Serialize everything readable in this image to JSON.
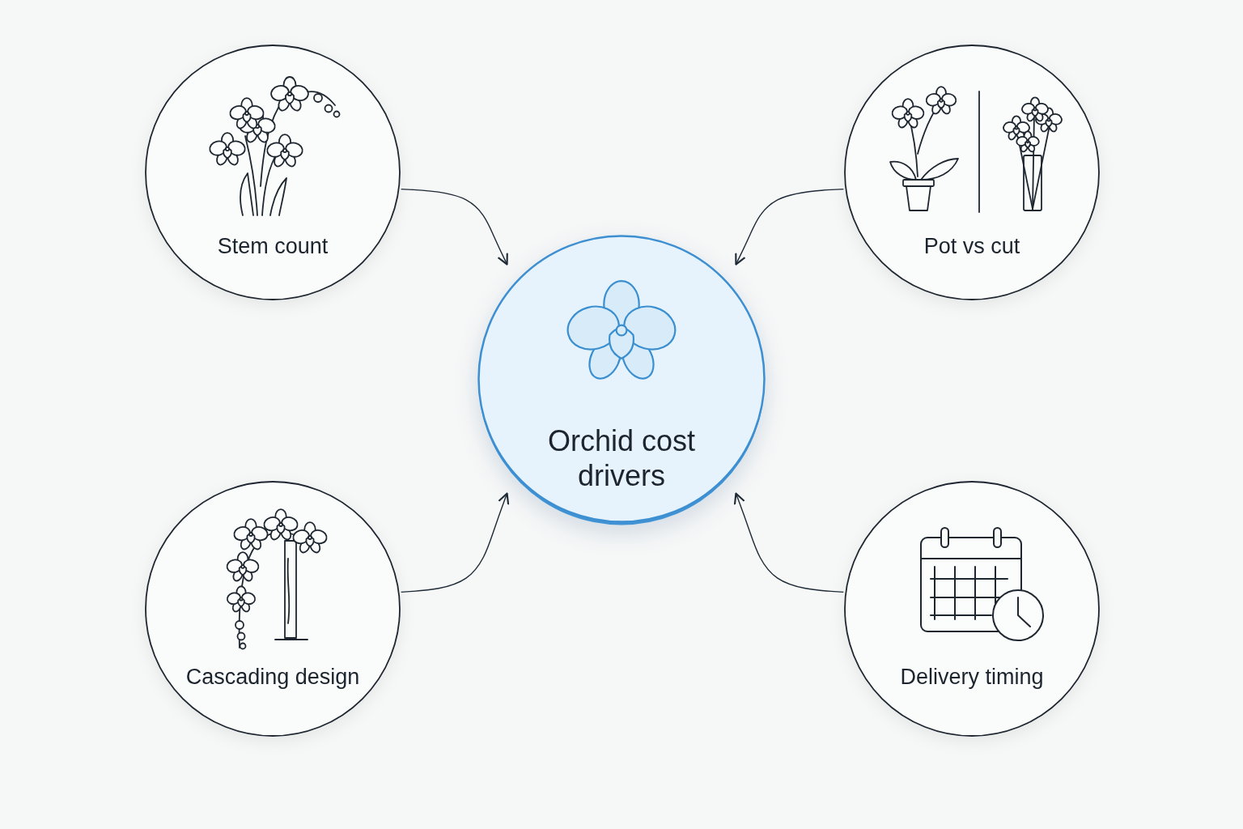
{
  "diagram": {
    "nodes": [
      {
        "text": [
          "Stem count"
        ]
      },
      {
        "text": [
          "Pot vs cut"
        ]
      },
      {
        "text": [
          "Orchid cost drivers"
        ]
      },
      {
        "text": [
          "Cascading design"
        ]
      },
      {
        "text": [
          "Delivery timing"
        ]
      }
    ],
    "edges": [
      {
        "from": 0,
        "to": 2,
        "arrow": "to"
      },
      {
        "from": 1,
        "to": 2,
        "arrow": "to"
      },
      {
        "from": 3,
        "to": 2,
        "arrow": "to"
      },
      {
        "from": 4,
        "to": 2,
        "arrow": "to"
      }
    ]
  }
}
